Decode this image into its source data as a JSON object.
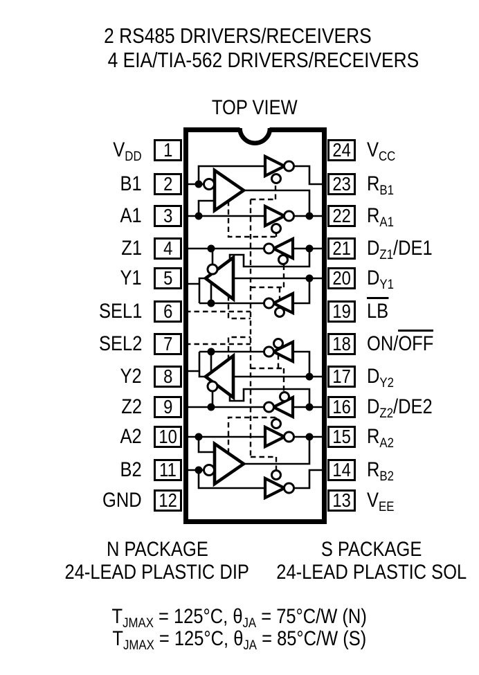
{
  "title": {
    "line1": "2 RS485 DRIVERS/RECEIVERS",
    "line2": "4 EIA/TIA-562 DRIVERS/RECEIVERS"
  },
  "view_label": "TOP VIEW",
  "pins": {
    "left": [
      {
        "num": "1",
        "label": [
          {
            "t": "V"
          },
          {
            "t": "DD",
            "sub": true
          }
        ]
      },
      {
        "num": "2",
        "label": [
          {
            "t": "B1"
          }
        ]
      },
      {
        "num": "3",
        "label": [
          {
            "t": "A1"
          }
        ]
      },
      {
        "num": "4",
        "label": [
          {
            "t": "Z1"
          }
        ]
      },
      {
        "num": "5",
        "label": [
          {
            "t": "Y1"
          }
        ]
      },
      {
        "num": "6",
        "label": [
          {
            "t": "SEL1"
          }
        ]
      },
      {
        "num": "7",
        "label": [
          {
            "t": "SEL2"
          }
        ]
      },
      {
        "num": "8",
        "label": [
          {
            "t": "Y2"
          }
        ]
      },
      {
        "num": "9",
        "label": [
          {
            "t": "Z2"
          }
        ]
      },
      {
        "num": "10",
        "label": [
          {
            "t": "A2"
          }
        ]
      },
      {
        "num": "11",
        "label": [
          {
            "t": "B2"
          }
        ]
      },
      {
        "num": "12",
        "label": [
          {
            "t": "GND"
          }
        ]
      }
    ],
    "right": [
      {
        "num": "24",
        "label": [
          {
            "t": "V"
          },
          {
            "t": "CC",
            "sub": true
          }
        ]
      },
      {
        "num": "23",
        "label": [
          {
            "t": "R"
          },
          {
            "t": "B1",
            "sub": true
          }
        ]
      },
      {
        "num": "22",
        "label": [
          {
            "t": "R"
          },
          {
            "t": "A1",
            "sub": true
          }
        ]
      },
      {
        "num": "21",
        "label": [
          {
            "t": "D"
          },
          {
            "t": "Z1",
            "sub": true
          },
          {
            "t": "/DE1"
          }
        ]
      },
      {
        "num": "20",
        "label": [
          {
            "t": "D"
          },
          {
            "t": "Y1",
            "sub": true
          }
        ]
      },
      {
        "num": "19",
        "label": [
          {
            "t": "LB",
            "over": true
          }
        ]
      },
      {
        "num": "18",
        "label": [
          {
            "t": "ON/"
          },
          {
            "t": "OFF",
            "over": true
          }
        ]
      },
      {
        "num": "17",
        "label": [
          {
            "t": "D"
          },
          {
            "t": "Y2",
            "sub": true
          }
        ]
      },
      {
        "num": "16",
        "label": [
          {
            "t": "D"
          },
          {
            "t": "Z2",
            "sub": true
          },
          {
            "t": "/DE2"
          }
        ]
      },
      {
        "num": "15",
        "label": [
          {
            "t": "R"
          },
          {
            "t": "A2",
            "sub": true
          }
        ]
      },
      {
        "num": "14",
        "label": [
          {
            "t": "R"
          },
          {
            "t": "B2",
            "sub": true
          }
        ]
      },
      {
        "num": "13",
        "label": [
          {
            "t": "V"
          },
          {
            "t": "EE",
            "sub": true
          }
        ]
      }
    ]
  },
  "packages": {
    "n": {
      "line1": "N PACKAGE",
      "line2": "24-LEAD PLASTIC DIP"
    },
    "s": {
      "line1": "S PACKAGE",
      "line2": "24-LEAD PLASTIC SOL"
    }
  },
  "thermal": {
    "line1": [
      {
        "t": "T"
      },
      {
        "t": "JMAX",
        "sub": true
      },
      {
        "t": " = 125°C, θ"
      },
      {
        "t": "JA",
        "sub": true
      },
      {
        "t": " = 75°C/W (N)"
      }
    ],
    "line2": [
      {
        "t": "T"
      },
      {
        "t": "JMAX",
        "sub": true
      },
      {
        "t": " = 125°C, θ"
      },
      {
        "t": "JA",
        "sub": true
      },
      {
        "t": " = 85°C/W (S)"
      }
    ]
  },
  "colors": {
    "ink": "#000000",
    "paper": "#ffffff"
  }
}
